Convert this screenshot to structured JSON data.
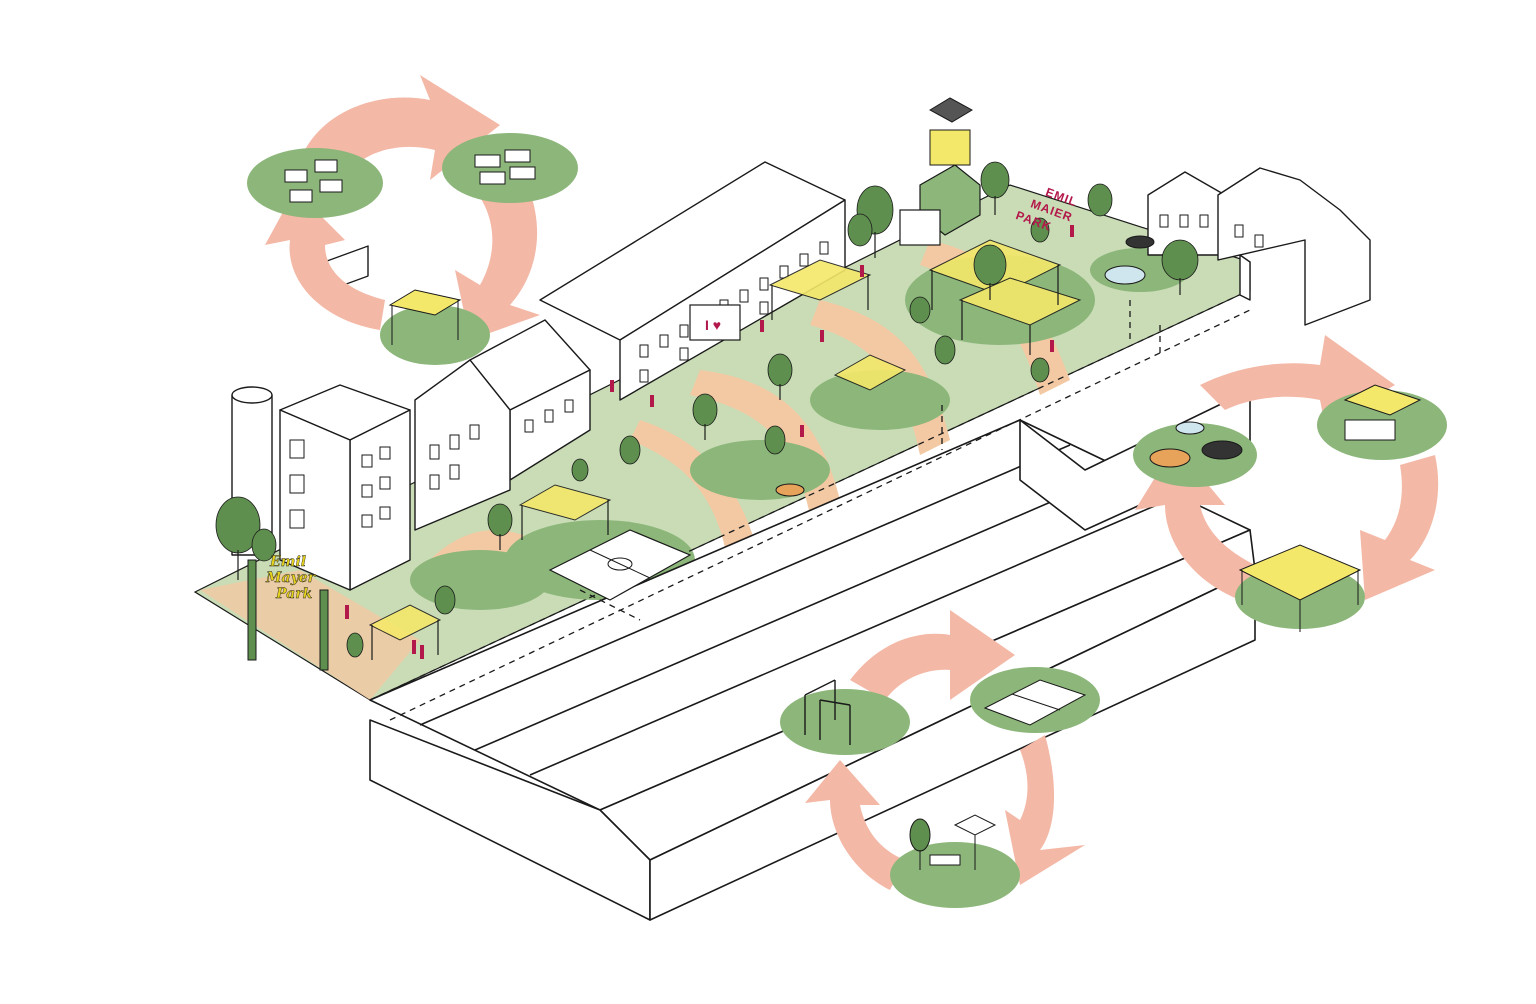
{
  "colors": {
    "background": "#ffffff",
    "outline": "#1a1a1a",
    "green_disc": "#8cb67a",
    "green_light": "#c9dcb6",
    "path_orange": "#f3c9a4",
    "arrow_pink": "#f4b8a6",
    "canopy_yellow": "#f4e86a",
    "tree_green": "#5f8f4e",
    "people_red": "#b3184a"
  },
  "signs": {
    "entrance_line1": "Emil",
    "entrance_line2": "Mayer",
    "entrance_line3": "Park",
    "park_name_line1": "EMIL",
    "park_name_line2": "MAIER",
    "park_name_line3": "PARK",
    "storefront": "I ♥"
  },
  "cycles": [
    {
      "name": "top-left",
      "vignettes": [
        "cafe-seating",
        "ping-pong-tables",
        "market-pavilion"
      ]
    },
    {
      "name": "right",
      "vignettes": [
        "pavilion-stage",
        "fountain-trampolines",
        "canopy-grid"
      ]
    },
    {
      "name": "bottom",
      "vignettes": [
        "calisthenics",
        "sports-court",
        "tree-bench"
      ]
    }
  ]
}
